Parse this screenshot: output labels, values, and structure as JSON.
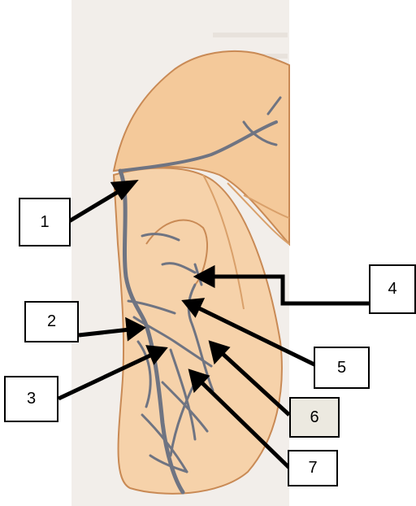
{
  "figure": {
    "labels": [
      "1",
      "2",
      "3",
      "4",
      "5",
      "6",
      "7"
    ],
    "colors": {
      "paper": "#f2eeea",
      "tissue": "#f4c99a",
      "tissue_dark": "#d9a06a",
      "vessel": "#6f7482",
      "outline": "#c98a55",
      "arrow": "#000000",
      "shaded_box": "#ece9e0"
    }
  }
}
